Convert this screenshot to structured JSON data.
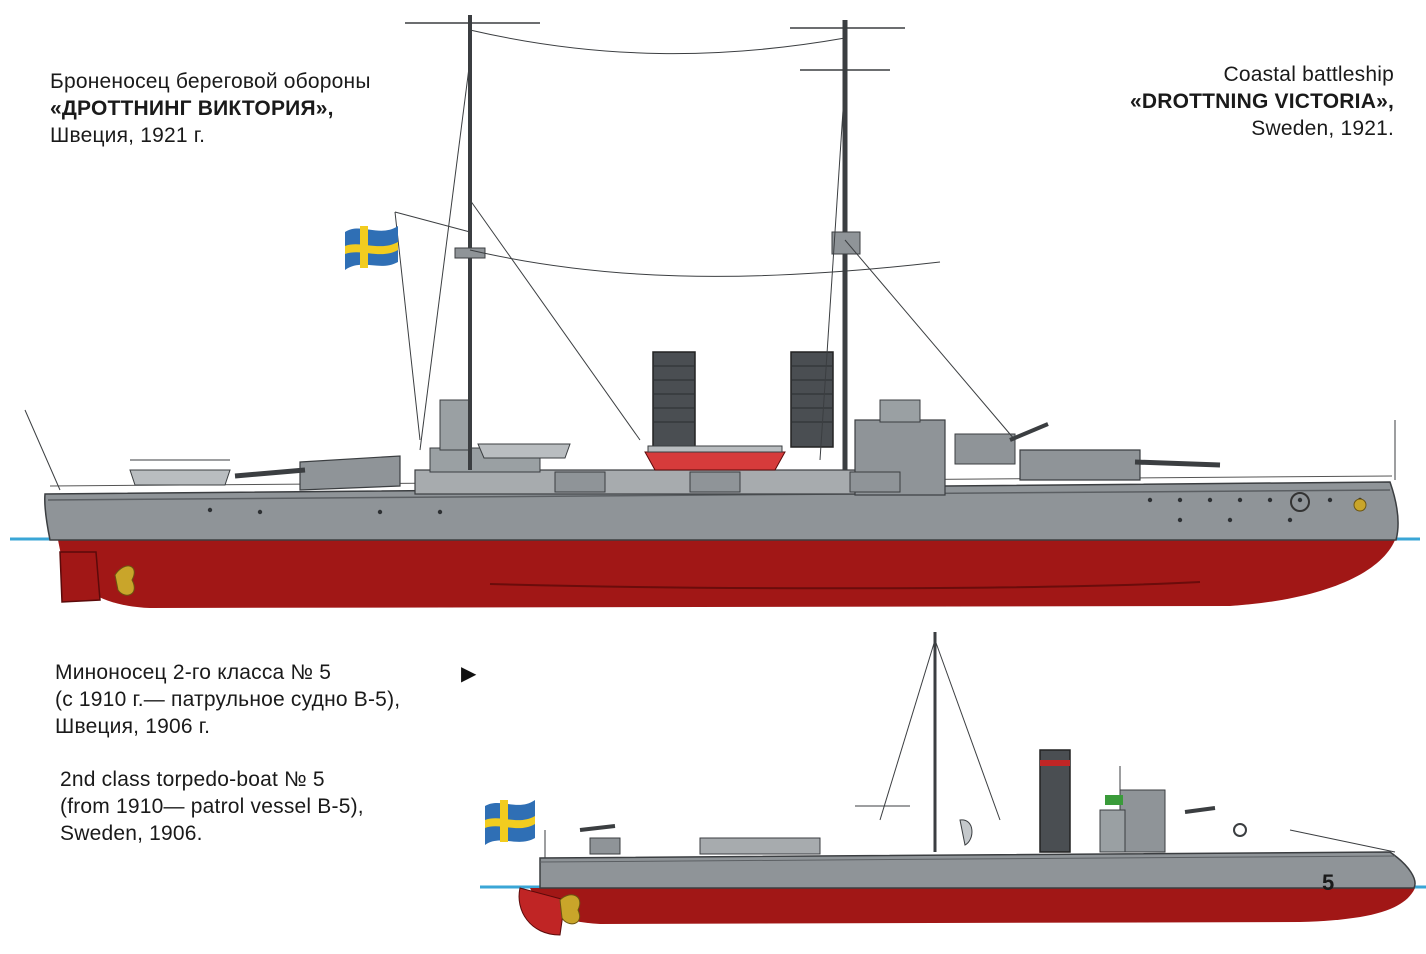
{
  "ship1": {
    "caption_ru": [
      "Броненосец береговой обороны",
      "«ДРОТТНИНГ ВИКТОРИЯ»,",
      "Швеция, 1921 г."
    ],
    "caption_en": [
      "Coastal battleship",
      "«DROTTNING VICTORIA»,",
      "Sweden, 1921."
    ]
  },
  "ship2": {
    "caption_ru": [
      "Миноносец 2-го класса № 5",
      "(с 1910 г.— патрульное судно В-5),",
      "Швеция, 1906 г."
    ],
    "caption_en": [
      "2nd class torpedo-boat № 5",
      "(from 1910— patrol vessel B-5),",
      "Sweden, 1906."
    ],
    "hull_number": "5"
  },
  "pointer_glyph": "▶",
  "colors": {
    "hull_grey": "#8f9498",
    "deck_grey": "#a7abae",
    "hull_red": "#a11716",
    "waterline": "#3aa6d6",
    "funnel": "#4a4e52",
    "flag_blue": "#2f6fb5",
    "flag_yellow": "#f2cc1f"
  }
}
